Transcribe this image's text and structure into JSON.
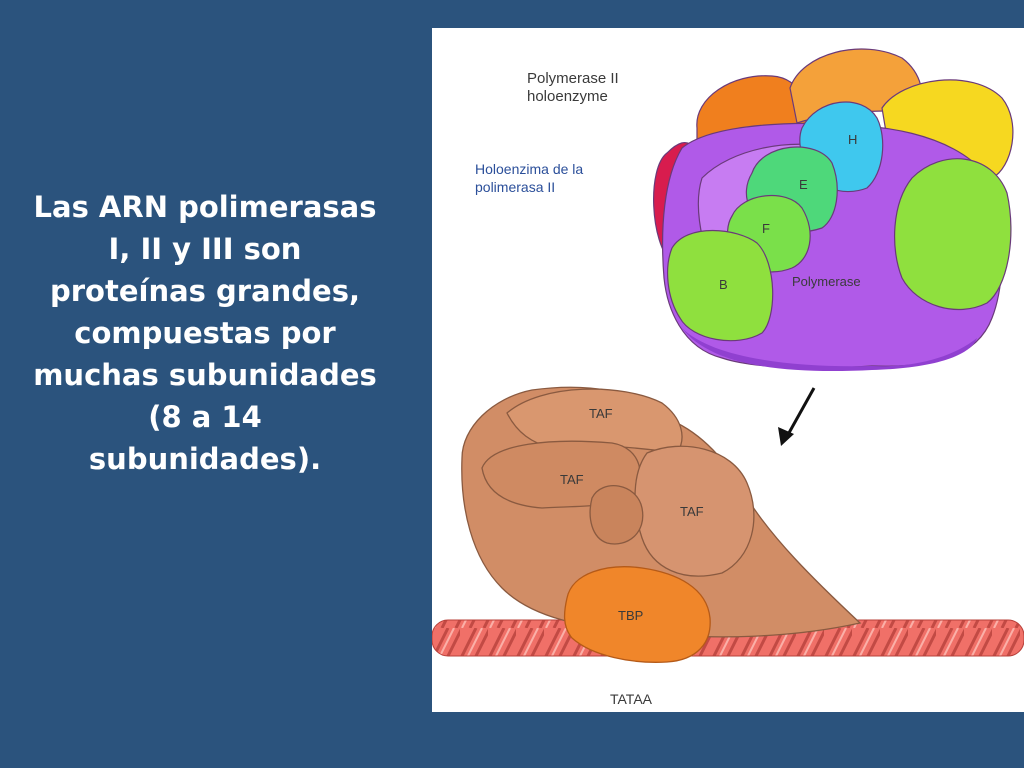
{
  "slide": {
    "body_text": "Las ARN polimerasas I, II y III son proteínas grandes, compuestas por muchas subunidades (8 a 14 subunidades)."
  },
  "figure": {
    "title_line1": "Polymerase II",
    "title_line2": "holoenzyme",
    "spanish_line1": "Holoenzima de la",
    "spanish_line2": "polimerasa II",
    "subunits": {
      "h": "H",
      "e": "E",
      "f": "F",
      "b": "B",
      "polymerase": "Polymerase",
      "taf_top": "TAF",
      "taf_left": "TAF",
      "taf_right": "TAF",
      "tbp": "TBP"
    },
    "dna_label": "TATAA"
  },
  "colors": {
    "background": "#2b537d",
    "panel": "#ffffff",
    "polymerase": "#b05ae8",
    "orange": "#f07f1e",
    "yellow": "#f6d820",
    "red": "#d81c4e",
    "cyan": "#3fc8ee",
    "green_light": "#8fe03e",
    "green_mid": "#4ed87a",
    "taf": "#d18d66",
    "tbp": "#f0862a",
    "dna": "#f07068"
  }
}
